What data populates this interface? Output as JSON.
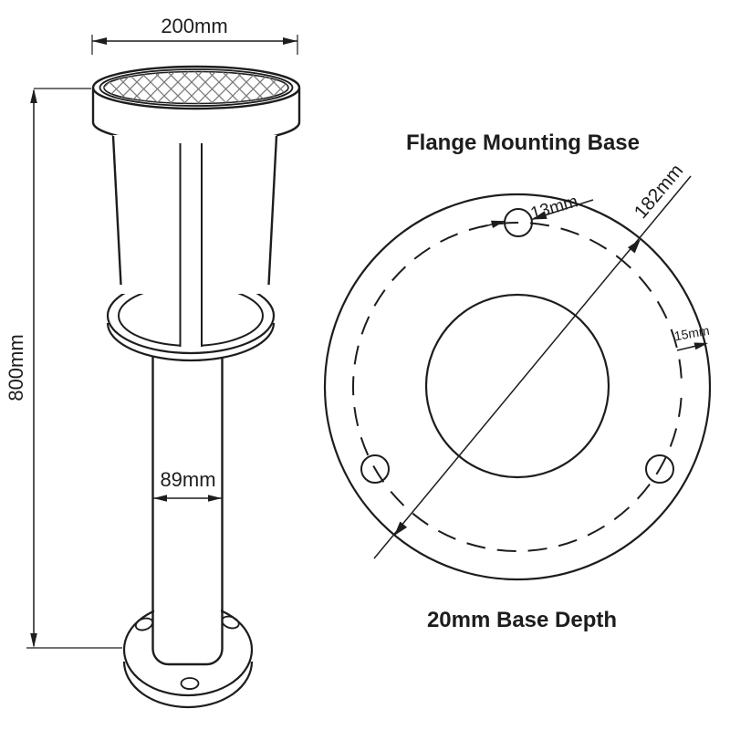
{
  "drawing": {
    "background": "#ffffff",
    "line_color": "#1d1d1d",
    "hatch_color": "#7a7a7a"
  },
  "side_view": {
    "width_label": "200mm",
    "height_label": "800mm",
    "pole_width_label": "89mm"
  },
  "top_view": {
    "title": "Flange Mounting Base",
    "hole_label": "13mm",
    "diameter_label": "182mm",
    "edge_label": "15mm",
    "caption": "20mm Base Depth"
  }
}
